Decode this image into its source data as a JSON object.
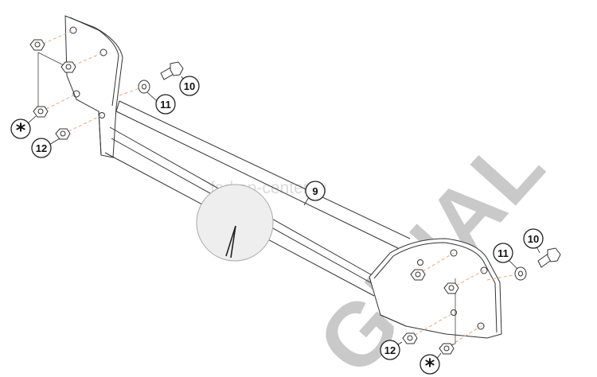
{
  "watermark": {
    "site": "farkop-center.ru",
    "brand": "GINAL",
    "brand_color": "#c9c9c9"
  },
  "callouts": {
    "tow_bar": "9",
    "bolt_left": "10",
    "washer_left": "11",
    "nut_left": "12",
    "bolt_right": "10",
    "washer_right": "11",
    "nut_right": "12",
    "star_left": "*",
    "star_right": "*"
  },
  "colors": {
    "line": "#333333",
    "dash": "#e8a878"
  }
}
